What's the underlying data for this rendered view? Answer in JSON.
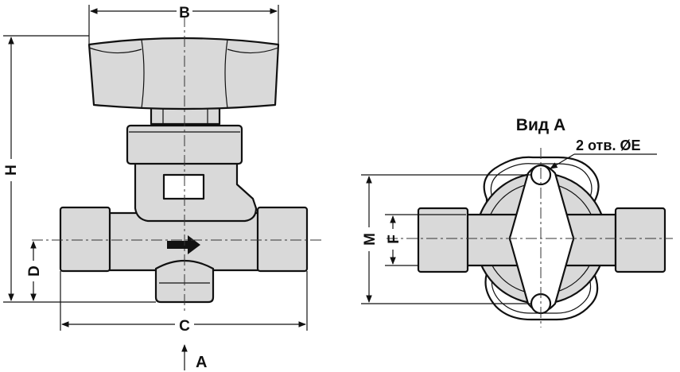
{
  "dimensions": {
    "B": "B",
    "H": "H",
    "D": "D",
    "C": "C",
    "M": "M",
    "F": "F",
    "arrow_a": "A"
  },
  "view_a": {
    "title": "Вид А",
    "hole_note": "2 отв. ØE"
  },
  "colors": {
    "line": "#111111",
    "shade": "#d9d9d9",
    "background": "#ffffff"
  }
}
